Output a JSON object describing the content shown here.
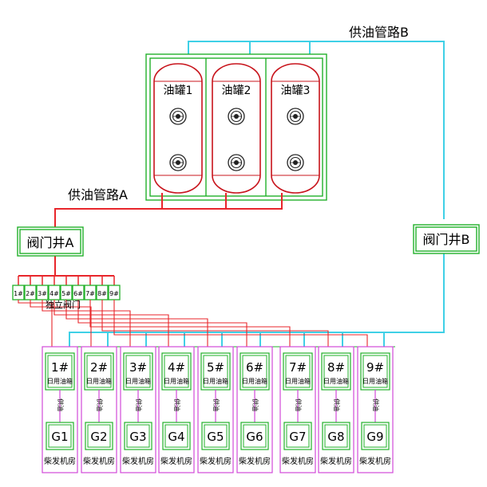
{
  "title_b": "供油管路B",
  "title_a": "供油管路A",
  "tanks": [
    "油罐1",
    "油罐2",
    "油罐3"
  ],
  "valve_a": "阀门井A",
  "valve_b": "阀门井B",
  "independent_valve": "独立阀门",
  "valves": [
    "1#",
    "2#",
    "3#",
    "4#",
    "5#",
    "6#",
    "7#",
    "8#",
    "9#"
  ],
  "units": [
    {
      "tank_no": "1#",
      "tank_label": "日用油箱",
      "supply": "供油",
      "gen": "G1",
      "room": "柴发机房"
    },
    {
      "tank_no": "2#",
      "tank_label": "日用油箱",
      "supply": "供油",
      "gen": "G2",
      "room": "柴发机房"
    },
    {
      "tank_no": "3#",
      "tank_label": "日用油箱",
      "supply": "供油",
      "gen": "G3",
      "room": "柴发机房"
    },
    {
      "tank_no": "4#",
      "tank_label": "日用油箱",
      "supply": "供油",
      "gen": "G4",
      "room": "柴发机房"
    },
    {
      "tank_no": "5#",
      "tank_label": "日用油箱",
      "supply": "供油",
      "gen": "G5",
      "room": "柴发机房"
    },
    {
      "tank_no": "6#",
      "tank_label": "日用油箱",
      "supply": "供油",
      "gen": "G6",
      "room": "柴发机房"
    },
    {
      "tank_no": "7#",
      "tank_label": "日用油箱",
      "supply": "供油",
      "gen": "G7",
      "room": "柴发机房"
    },
    {
      "tank_no": "8#",
      "tank_label": "日用油箱",
      "supply": "供油",
      "gen": "G8",
      "room": "柴发机房"
    },
    {
      "tank_no": "9#",
      "tank_label": "日用油箱",
      "supply": "供油",
      "gen": "G9",
      "room": "柴发机房"
    }
  ],
  "colors": {
    "pipe_a": "#e8262b",
    "pipe_b": "#3fd0e6",
    "valve_box": "#22b02a",
    "tank_outline": "#c8141c",
    "room_box": "#d14ad9"
  }
}
